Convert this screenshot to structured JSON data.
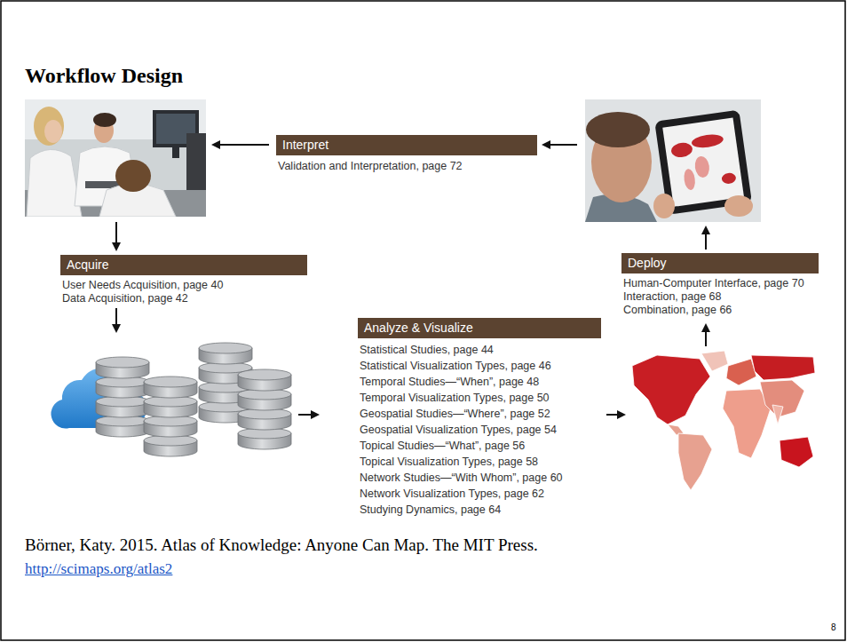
{
  "diagram": {
    "title": "Workflow Design",
    "caption": "Börner, Katy. 2015. Atlas of Knowledge: Anyone Can Map. The MIT Press.",
    "nodes": [
      {
        "text": [
          "Interpret",
          "Validation and Interpretation, page 72"
        ]
      },
      {
        "text": [
          "Acquire",
          "User Needs Acquisition, page 40",
          "Data Acquisition, page 42"
        ]
      },
      {
        "text": [
          "Analyze & Visualize",
          "Statistical Studies, page 44",
          "Statistical Visualization Types, page 46",
          "Temporal Studies—“When”, page 48",
          "Temporal Visualization Types, page 50",
          "Geospatial Studies—“Where”, page 52",
          "Geospatial Visualization Types, page 54",
          "Topical Studies—“What”, page 56",
          "Topical Visualization Types, page 58",
          "Network Studies—“With Whom”, page 60",
          "Network Visualization Types, page 62",
          "Studying Dynamics, page 64"
        ]
      },
      {
        "text": [
          "Deploy",
          "Human-Computer Interface, page 70",
          "Interaction, page 68",
          "Combination, page 66"
        ]
      }
    ],
    "labels": [
      "http://scimaps.org/atlas2",
      "8"
    ]
  }
}
